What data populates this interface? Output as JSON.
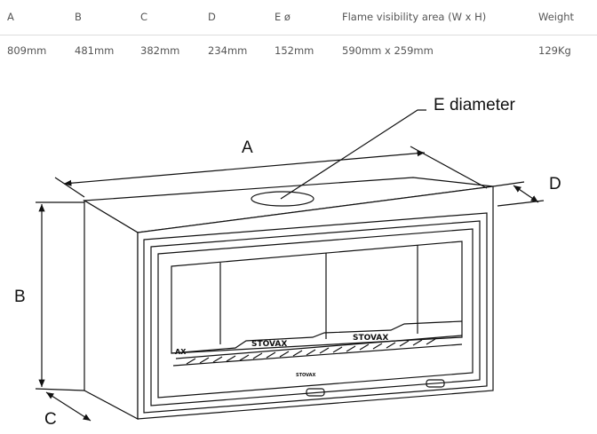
{
  "table": {
    "headers": [
      "A",
      "B",
      "C",
      "D",
      "E ø",
      "Flame visibility area (W x H)",
      "Weight"
    ],
    "values": [
      "809mm",
      "481mm",
      "382mm",
      "234mm",
      "152mm",
      "590mm x 259mm",
      "129Kg"
    ]
  },
  "diagram": {
    "labels": {
      "a": "A",
      "b": "B",
      "c": "C",
      "d": "D",
      "e": "E diameter"
    },
    "brand": "STOVAX"
  }
}
